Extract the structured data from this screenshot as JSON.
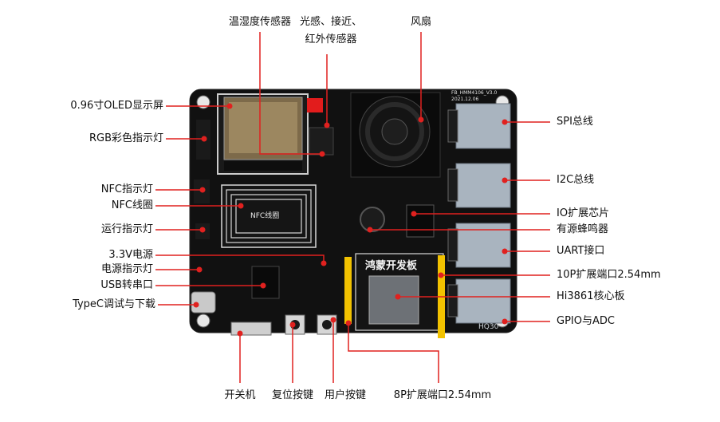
{
  "colors": {
    "board": "#101010",
    "line": "#e0211f",
    "dot": "#e0211f",
    "silkscreen": "#d8d8d8",
    "yellow_header": "#f2c200",
    "connector": "#a9b4bf"
  },
  "labels": {
    "top_temp_humidity": "温湿度传感器",
    "top_light_prox_ir_1": "光感、接近、",
    "top_light_prox_ir_2": "红外传感器",
    "top_fan": "风扇",
    "left_oled": "0.96寸OLED显示屏",
    "left_rgb": "RGB彩色指示灯",
    "left_nfc_led": "NFC指示灯",
    "left_nfc_coil": "NFC线圈",
    "left_run_led": "运行指示灯",
    "left_3v3": "3.3V电源",
    "left_power_led": "电源指示灯",
    "left_usb_serial": "USB转串口",
    "left_typec": "TypeC调试与下载",
    "right_spi": "SPI总线",
    "right_i2c": "I2C总线",
    "right_io_chip": "IO扩展芯片",
    "right_buzzer": "有源蜂鸣器",
    "right_uart": "UART接口",
    "right_10p": "10P扩展端口2.54mm",
    "right_hi3861": "Hi3861核心板",
    "right_gpio": "GPIO与ADC",
    "bottom_switch": "开关机",
    "bottom_reset": "复位按键",
    "bottom_user": "用户按键",
    "bottom_8p": "8P扩展端口2.54mm"
  },
  "board_text": {
    "core_board_title": "鸿蒙开发板",
    "nfc_coil_label": "NFC线圈",
    "model_code": "FB_HMM4106_V3.0",
    "date_code": "2021.12.06",
    "bottom_right_code": "HQ30"
  },
  "icons": {
    "fan": "fan-icon",
    "chip": "chip-icon"
  }
}
